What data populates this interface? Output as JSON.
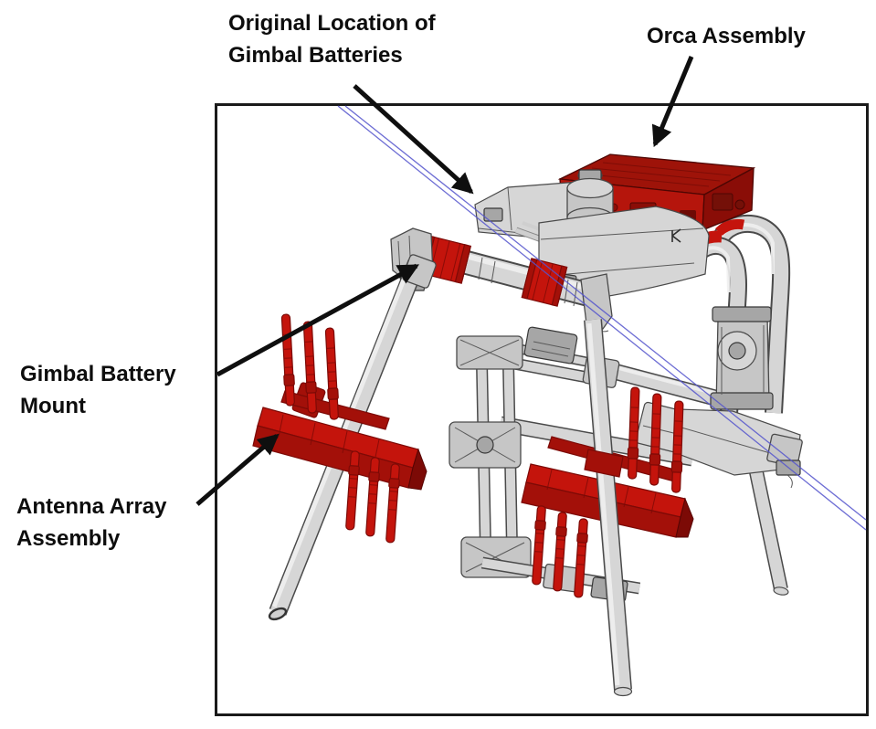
{
  "figure": {
    "type": "annotated-cad-diagram",
    "description": "CAD rendering of UAV landing-gear frame with highlighted (red) components and four text callouts"
  },
  "labels": {
    "original_location": {
      "line1": "Original Location of",
      "line2": "Gimbal Batteries"
    },
    "orca_assembly": {
      "line1": "Orca Assembly"
    },
    "gimbal_battery_mount": {
      "line1": "Gimbal Battery",
      "line2": "Mount"
    },
    "antenna_array_assembly": {
      "line1": "Antenna Array",
      "line2": "Assembly"
    }
  },
  "colors": {
    "border_black": "#1a1a1a",
    "arrow_black": "#0f0f0f",
    "construction_blue": "#5353cd",
    "red_bright": "#c4140c",
    "red_mid": "#a31009",
    "red_dark": "#7c0a06",
    "orca_top": "#9e1309",
    "orca_front": "#b5150c",
    "orca_side": "#8a0d07",
    "gray_light": "#d6d6d6",
    "gray_mid": "#c6c6c6",
    "gray_dark": "#a6a6a6",
    "gray_hi": "#f0f0f0",
    "gray_outline": "#4a4a4a"
  }
}
